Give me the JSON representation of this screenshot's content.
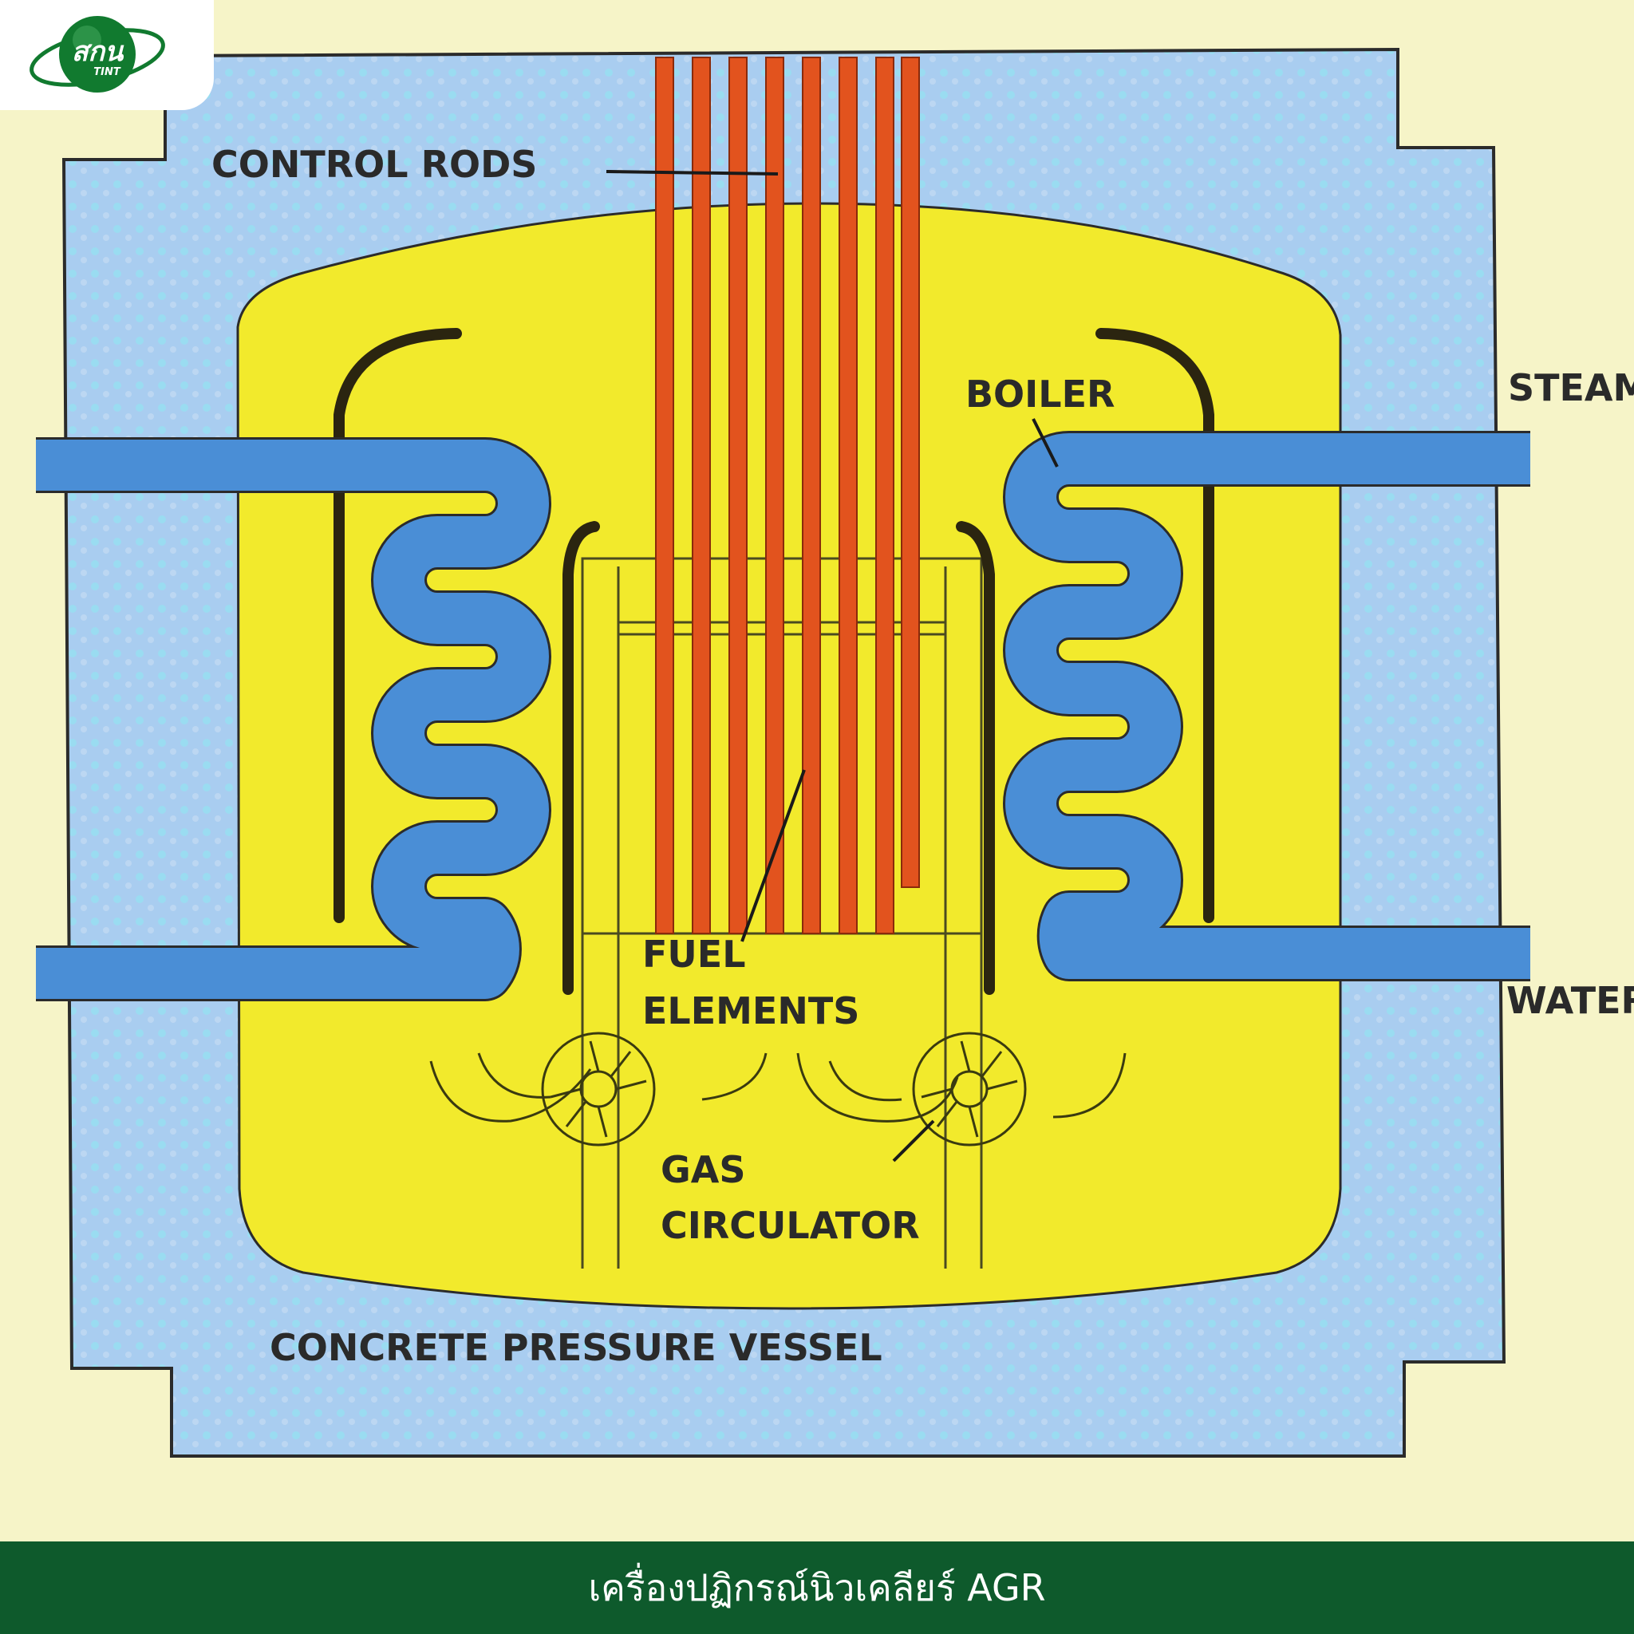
{
  "diagram": {
    "labels": {
      "control_rods": "CONTROL RODS",
      "boiler": "BOILER",
      "steam": "STEAM",
      "water": "WATER",
      "fuel_elements_line1": "FUEL",
      "fuel_elements_line2": "ELEMENTS",
      "gas_circulator_line1": "GAS",
      "gas_circulator_line2": "CIRCULATOR",
      "concrete_pressure_vessel": "CONCRETE PRESSURE VESSEL"
    },
    "colors": {
      "page_background": "#f6f4c8",
      "concrete": "#a9cdf0",
      "core_yellow": "#f2ea2c",
      "pipe_blue": "#4a8ed6",
      "control_rod": "#e2531e",
      "outline": "#2b2b2b"
    }
  },
  "logo": {
    "text": "สกน",
    "subtext": "TINT",
    "icon": "tint-logo-icon",
    "color": "#117a2f"
  },
  "footer": {
    "caption": "เครื่องปฏิกรณ์นิวเคลียร์ AGR",
    "background": "#0e5a2c"
  }
}
